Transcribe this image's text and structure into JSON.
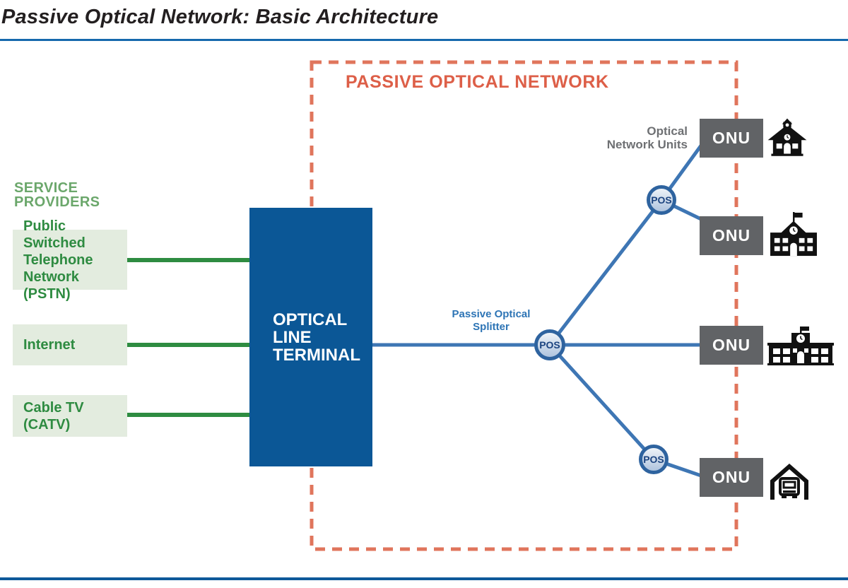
{
  "title": "Passive Optical Network: Basic Architecture",
  "pon": {
    "label": "PASSIVE OPTICAL NETWORK"
  },
  "service_providers": {
    "heading": "SERVICE\nPROVIDERS",
    "items": [
      {
        "label": "Public Switched\nTelephone\nNetwork (PSTN)"
      },
      {
        "label": "Internet"
      },
      {
        "label": "Cable TV\n(CATV)"
      }
    ]
  },
  "olt": {
    "label": "OPTICAL\nLINE\nTERMINAL"
  },
  "splitter": {
    "label": "Passive Optical\nSplitter",
    "node_label": "POS"
  },
  "onu": {
    "group_label": "Optical\nNetwork Units",
    "node_label": "ONU",
    "endpoint_icons": [
      "schoolhouse",
      "school-with-flag",
      "university-building",
      "home-garage"
    ]
  },
  "colors": {
    "dashed_border": "#E0755C",
    "pon_title_text": "#DD5F48",
    "green_line": "#2E8C41",
    "green_box_bg": "#E3ECDF",
    "green_box_text": "#2E8B41",
    "green_heading": "#6BA76B",
    "olt_blue": "#0B5796",
    "fiber_line_blue": "#3E76B4",
    "splitter_label_blue": "#2D74B5",
    "onu_gray": "#616366",
    "onu_label_gray": "#6E7073",
    "title_rule_blue": "#1669AD",
    "bottom_rule_blue": "#0E599A"
  }
}
